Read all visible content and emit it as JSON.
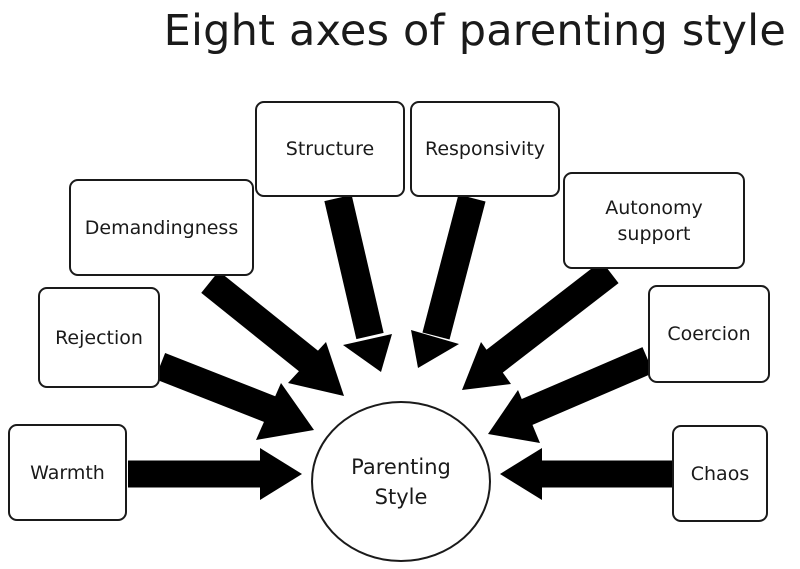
{
  "title": "Eight axes of parenting style",
  "center": {
    "line1": "Parenting",
    "line2": "Style"
  },
  "axes": {
    "warmth": "Warmth",
    "rejection": "Rejection",
    "demandingness": "Demandingness",
    "structure": "Structure",
    "responsivity": "Responsivity",
    "autonomy_line1": "Autonomy",
    "autonomy_line2": "support",
    "coercion": "Coercion",
    "chaos": "Chaos"
  },
  "colors": {
    "arrow": "#000000",
    "border": "#1a1a1a",
    "background": "#ffffff"
  }
}
